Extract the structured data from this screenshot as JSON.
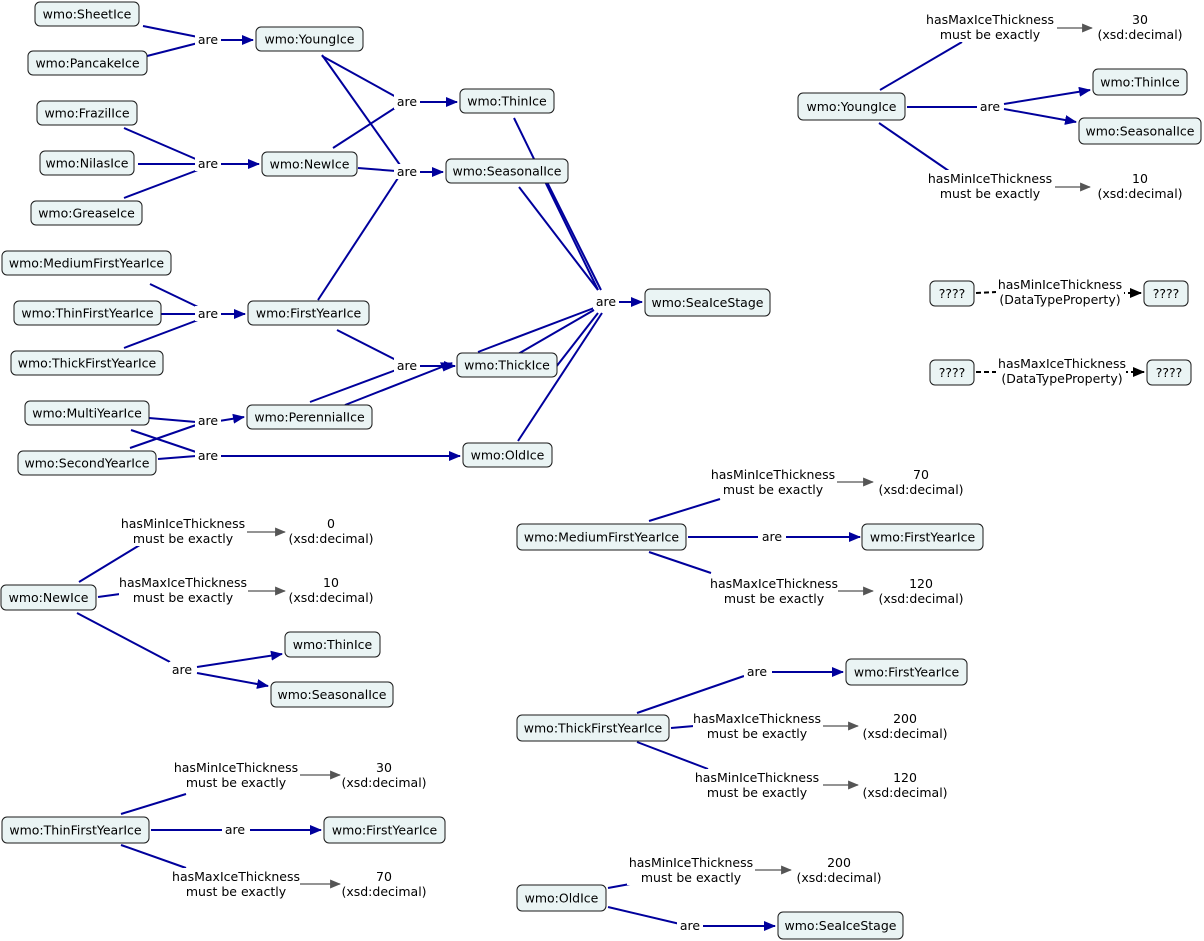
{
  "colors": {
    "edge": "#00009c",
    "gray_edge": "#555555",
    "black_edge": "#000000",
    "node_fill": "#eaf4f4",
    "node_border": "#1a1a1a"
  },
  "nodes": {
    "sheet_ice": "wmo:SheetIce",
    "pancake_ice": "wmo:PancakeIce",
    "young_ice": "wmo:YoungIce",
    "frazil_ice": "wmo:FrazilIce",
    "nilas_ice": "wmo:NilasIce",
    "grease_ice": "wmo:GreaseIce",
    "new_ice": "wmo:NewIce",
    "thin_ice": "wmo:ThinIce",
    "seasonal_ice": "wmo:SeasonalIce",
    "medium_fyi": "wmo:MediumFirstYearIce",
    "thin_fyi": "wmo:ThinFirstYearIce",
    "thick_fyi": "wmo:ThickFirstYearIce",
    "first_year_ice": "wmo:FirstYearIce",
    "multi_year_ice": "wmo:MultiYearIce",
    "second_year_ice": "wmo:SecondYearIce",
    "perennial_ice": "wmo:PerennialIce",
    "thick_ice": "wmo:ThickIce",
    "old_ice": "wmo:OldIce",
    "sea_ice_stage": "wmo:SeaIceStage",
    "r_young_ice": "wmo:YoungIce",
    "r_thin_ice": "wmo:ThinIce",
    "r_seasonal_ice": "wmo:SeasonalIce",
    "unknown_1": "????",
    "unknown_2": "????",
    "unknown_3": "????",
    "unknown_4": "????",
    "b_new_ice": "wmo:NewIce",
    "b_thin_ice": "wmo:ThinIce",
    "b_seasonal_ice": "wmo:SeasonalIce",
    "b_medium_fyi": "wmo:MediumFirstYearIce",
    "b_medium_fyi_target": "wmo:FirstYearIce",
    "b_thick_fyi": "wmo:ThickFirstYearIce",
    "b_thick_fyi_target": "wmo:FirstYearIce",
    "b_thin_fyi": "wmo:ThinFirstYearIce",
    "b_thin_fyi_target": "wmo:FirstYearIce",
    "b_old_ice": "wmo:OldIce",
    "b_old_ice_target": "wmo:SeaIceStage"
  },
  "link_words": {
    "are": "are",
    "has_max_exact": [
      "hasMaxIceThickness",
      "must be exactly"
    ],
    "has_min_exact": [
      "hasMinIceThickness",
      "must be exactly"
    ],
    "has_min_dtp": [
      "hasMinIceThickness",
      "(DataTypeProperty)"
    ],
    "has_max_dtp": [
      "hasMaxIceThickness",
      "(DataTypeProperty)"
    ]
  },
  "values": {
    "young_max": [
      "30",
      "(xsd:decimal)"
    ],
    "young_min": [
      "10",
      "(xsd:decimal)"
    ],
    "new_min": [
      "0",
      "(xsd:decimal)"
    ],
    "new_max": [
      "10",
      "(xsd:decimal)"
    ],
    "medium_min": [
      "70",
      "(xsd:decimal)"
    ],
    "medium_max": [
      "120",
      "(xsd:decimal)"
    ],
    "thick_max": [
      "200",
      "(xsd:decimal)"
    ],
    "thick_min": [
      "120",
      "(xsd:decimal)"
    ],
    "thin_min": [
      "30",
      "(xsd:decimal)"
    ],
    "thin_max": [
      "70",
      "(xsd:decimal)"
    ],
    "old_min": [
      "200",
      "(xsd:decimal)"
    ]
  }
}
